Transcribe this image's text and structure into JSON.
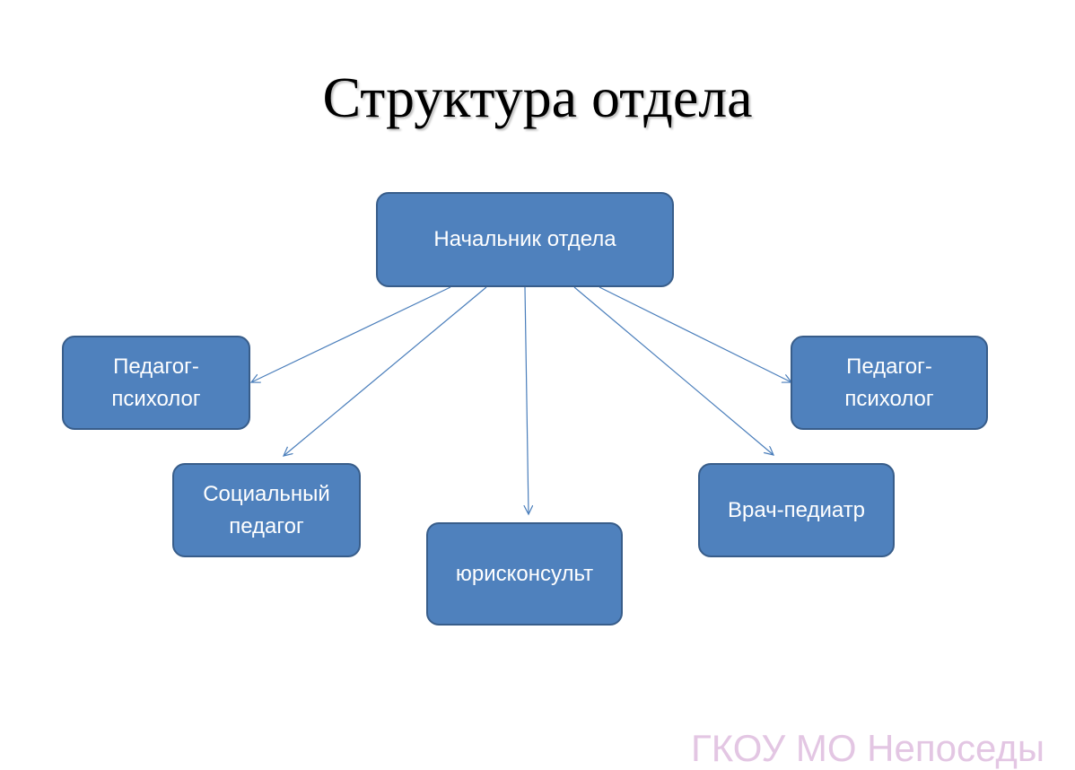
{
  "title": "Структура отдела",
  "nodes": {
    "head": "Начальник отдела",
    "psychologist_left": "Педагог-\nпсихолог",
    "social_pedagogue": "Социальный\nпедагог",
    "legal_adviser": "юрисконсульт",
    "pediatrician": "Врач-педиатр",
    "psychologist_right": "Педагог-\nпсихолог"
  },
  "edges": [
    {
      "from": "head",
      "to": "psychologist_left"
    },
    {
      "from": "head",
      "to": "social_pedagogue"
    },
    {
      "from": "head",
      "to": "legal_adviser"
    },
    {
      "from": "head",
      "to": "pediatrician"
    },
    {
      "from": "head",
      "to": "psychologist_right"
    }
  ],
  "watermark": "ГКОУ МО Непоседы",
  "colors": {
    "node_fill": "#4f81bd",
    "node_border": "#385d8a",
    "node_text": "#ffffff",
    "connector": "#4a7ebb",
    "watermark": "#e3c6e3"
  }
}
